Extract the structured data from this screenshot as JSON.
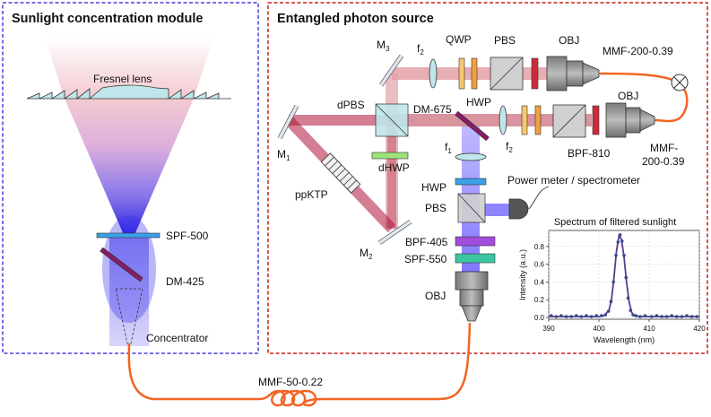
{
  "modules": {
    "sunlight_title": "Sunlight concentration module",
    "source_title": "Entangled photon source"
  },
  "sunlight": {
    "fresnel": "Fresnel lens",
    "spf500": "SPF-500",
    "dm425": "DM-425",
    "concentrator": "Concentrator"
  },
  "fiber": {
    "mmf50": "MMF-50-0.22"
  },
  "source": {
    "m3_main": "M",
    "m3_sub": "3",
    "f2_top_main": "f",
    "f2_top_sub": "2",
    "qwp": "QWP",
    "pbs_top": "PBS",
    "obj_top": "OBJ",
    "hwp_top": "HWP",
    "mmf200_top": "MMF-200-0.39",
    "dpbs": "dPBS",
    "dm675": "DM-675",
    "obj_right": "OBJ",
    "m1_main": "M",
    "m1_sub": "1",
    "dhwp": "dHWP",
    "f1_main": "f",
    "f1_sub": "1",
    "f2_bot_main": "f",
    "f2_bot_sub": "2",
    "bpf810": "BPF-810",
    "mmf200_bot_1": "MMF-",
    "mmf200_bot_2": "200-0.39",
    "ppktp": "ppKTP",
    "hwp_mid": "HWP",
    "power_meter": "Power meter / spectrometer",
    "pbs_mid": "PBS",
    "m2_main": "M",
    "m2_sub": "2",
    "bpf405": "BPF-405",
    "spf550": "SPF-550",
    "obj_bottom": "OBJ"
  },
  "colors": {
    "sunlight_box": "#4a3fe0",
    "source_box": "#c81e1e",
    "fiber": "#f26522",
    "pump_beam": "#7a6bff",
    "sig_beam": "#b0163a",
    "top_beam": "#e3a0a8"
  },
  "chart_data": {
    "type": "line",
    "title": "Spectrum of filtered sunlight",
    "xlabel": "Wavelength (nm)",
    "ylabel": "Intensity (a.u.)",
    "xlim": [
      390,
      420
    ],
    "ylim": [
      -0.02,
      0.98
    ],
    "xticks": [
      390,
      400,
      410,
      420
    ],
    "yticks": [
      "0.0",
      "0.2",
      "0.4",
      "0.6",
      "0.8"
    ],
    "grid": true,
    "series": [
      {
        "style": "fit-line",
        "color": "#5a3c8c",
        "x": [
          390,
          392,
          394,
          396,
          398,
          400,
          401,
          402,
          402.5,
          403,
          403.5,
          404,
          404.5,
          405,
          405.5,
          406,
          406.5,
          407,
          408,
          410,
          412,
          414,
          416,
          418,
          420
        ],
        "y": [
          0.01,
          0.01,
          0.01,
          0.01,
          0.01,
          0.01,
          0.02,
          0.08,
          0.2,
          0.45,
          0.75,
          0.92,
          0.88,
          0.68,
          0.4,
          0.18,
          0.06,
          0.02,
          0.01,
          0.01,
          0.01,
          0.01,
          0.01,
          0.01,
          0.01
        ]
      },
      {
        "style": "points",
        "color": "#3a4a8c",
        "x": [
          390.5,
          391.5,
          392.5,
          393.5,
          394.5,
          395.5,
          396.5,
          397.5,
          398.5,
          399.5,
          400.5,
          401.3,
          401.9,
          402.4,
          402.9,
          403.4,
          403.8,
          404.2,
          404.6,
          405,
          405.4,
          405.8,
          406.3,
          406.8,
          407.4,
          408.2,
          409.2,
          410.5,
          411.5,
          412.5,
          413.5,
          414.5,
          415.5,
          416.5,
          417.5,
          418.5,
          419.5
        ],
        "y": [
          0.02,
          0.01,
          0.02,
          0.01,
          0.01,
          0.02,
          0.01,
          0.02,
          0.01,
          0.02,
          0.02,
          0.03,
          0.07,
          0.18,
          0.4,
          0.7,
          0.85,
          0.93,
          0.86,
          0.7,
          0.45,
          0.22,
          0.08,
          0.03,
          0.02,
          0.01,
          0.02,
          0.01,
          0.02,
          0.01,
          0.01,
          0.02,
          0.01,
          0.01,
          0.02,
          0.01,
          0.01
        ]
      }
    ]
  }
}
